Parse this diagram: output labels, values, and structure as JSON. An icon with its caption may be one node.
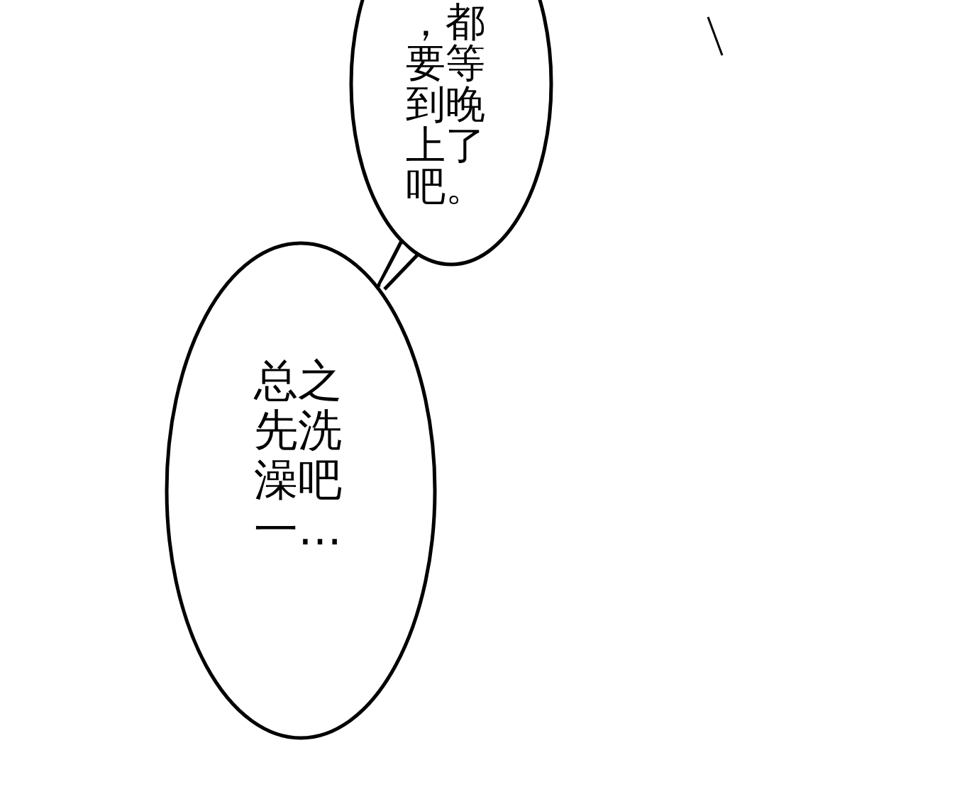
{
  "diagram": {
    "nodes": [
      {
        "text": [
          "，都要等到晚上了吧。"
        ]
      },
      {
        "text": [
          "总之先洗澡吧一…"
        ]
      }
    ],
    "edges": [
      {
        "from": 1,
        "to": 0,
        "arrow": "none"
      }
    ]
  }
}
